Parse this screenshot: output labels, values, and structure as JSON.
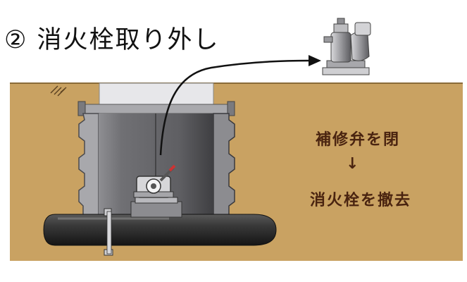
{
  "title": "② 消火栓取り外し",
  "annotations": {
    "step1": "補修弁を閉",
    "arrow": "↓",
    "step2": "消火栓を撤去"
  },
  "colors": {
    "soil": "#c9a262",
    "soil_line": "#a98447",
    "pipe": "#2f2f2f",
    "box_dark": "#4f4f52",
    "box_light": "#bdbdc0",
    "text_label": "#4a2410"
  },
  "icons": [
    "hydrant-icon",
    "valve-icon",
    "arrow-curve-icon",
    "grass-icon"
  ]
}
